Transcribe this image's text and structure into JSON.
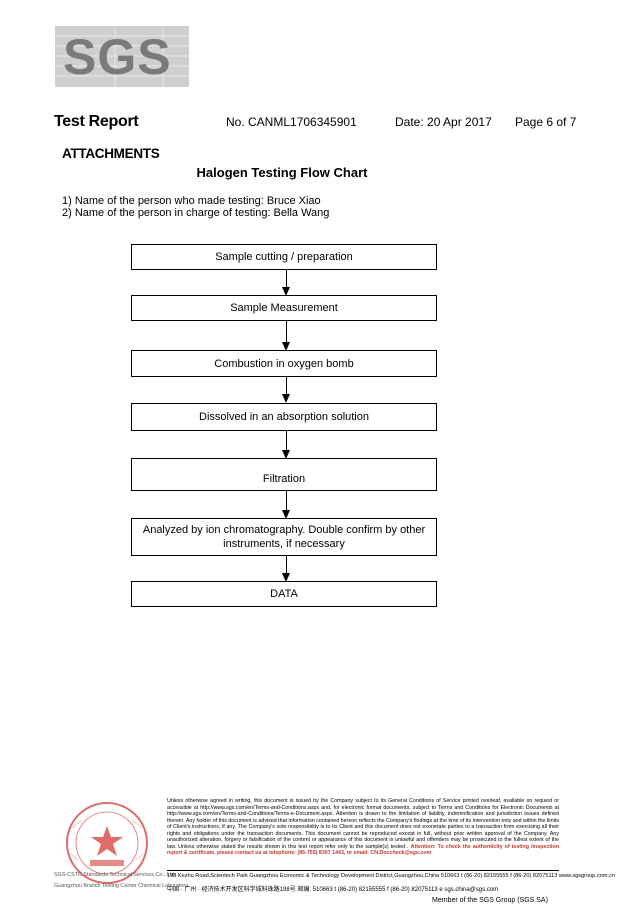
{
  "logo": {
    "text": "SGS",
    "color": "#7a7a7a",
    "background": "#cfcfcf"
  },
  "header": {
    "title": "Test Report",
    "report_no": "No. CANML1706345901",
    "date": "Date: 20 Apr 2017",
    "page": "Page 6 of 7"
  },
  "section": "ATTACHMENTS",
  "flow_title": "Halogen Testing Flow Chart",
  "people": [
    "1) Name of the person who made testing: Bruce Xiao",
    "2) Name of the person in charge of testing: Bella Wang"
  ],
  "steps": [
    "Sample cutting / preparation",
    "Sample Measurement",
    "Combustion in oxygen bomb",
    "Dissolved in an absorption solution",
    "Filtration",
    "Analyzed by ion chromatography. Double confirm by other instruments, if necessary",
    "DATA"
  ],
  "footer": {
    "disclaimer": "Unless otherwise agreed in writing, this document is issued by the Company subject to its General Conditions of Service printed overleaf, available on request or accessible at http://www.sgs.com/en/Terms-and-Conditions.aspx and, for electronic format documents, subject to Terms and Conditions for Electronic Documents at http://www.sgs.com/en/Terms-and-Conditions/Terms-e-Document.aspx. Attention is drawn to the limitation of liability, indemnification and jurisdiction issues defined therein. Any holder of this document is advised that information contained hereon reflects the Company's findings at the time of its intervention only and within the limits of Client's instructions, if any. The Company's sole responsibility is to its Client and this document does not exonerate parties to a transaction from exercising all their rights and obligations under the transaction documents. This document cannot be reproduced except in full, without prior written approval of the Company. Any unauthorized alteration, forgery or falsification of the content or appearance of this document is unlawful and offenders may be prosecuted to the fullest extent of the law. Unless otherwise stated the results shown in this test report refer only to the sample(s) tested .",
    "attention": "Attention: To check the authenticity of testing /inspection report & certificate, please contact us at telephone: (86-755) 8307 1443, or email: CN.Doccheck@sgs.com",
    "address_en": "198 Kezhu Road,Scientech Park Guangzhou Economic & Technology Development District,Guangzhou,China   510663   t (86-20) 82155555   f (86-20) 82075113   www.sgsgroup.com.cn",
    "address_cn": "中国 · 广州 · 经济技术开发区科学城科珠路198号          邮编: 510663   t (86-20) 82155555   f (86-20) 82075113   e sgs.china@sgs.com",
    "seal_line1": "SGS-CSTC Standards Technical Services Co., Ltd.",
    "seal_line2": "Guangzhou Branch Testing Center Chemical Laboratory",
    "member": "Member of the SGS Group (SGS SA)"
  },
  "colors": {
    "seal_red": "#d9534f",
    "attention_red": "#c0392b"
  }
}
